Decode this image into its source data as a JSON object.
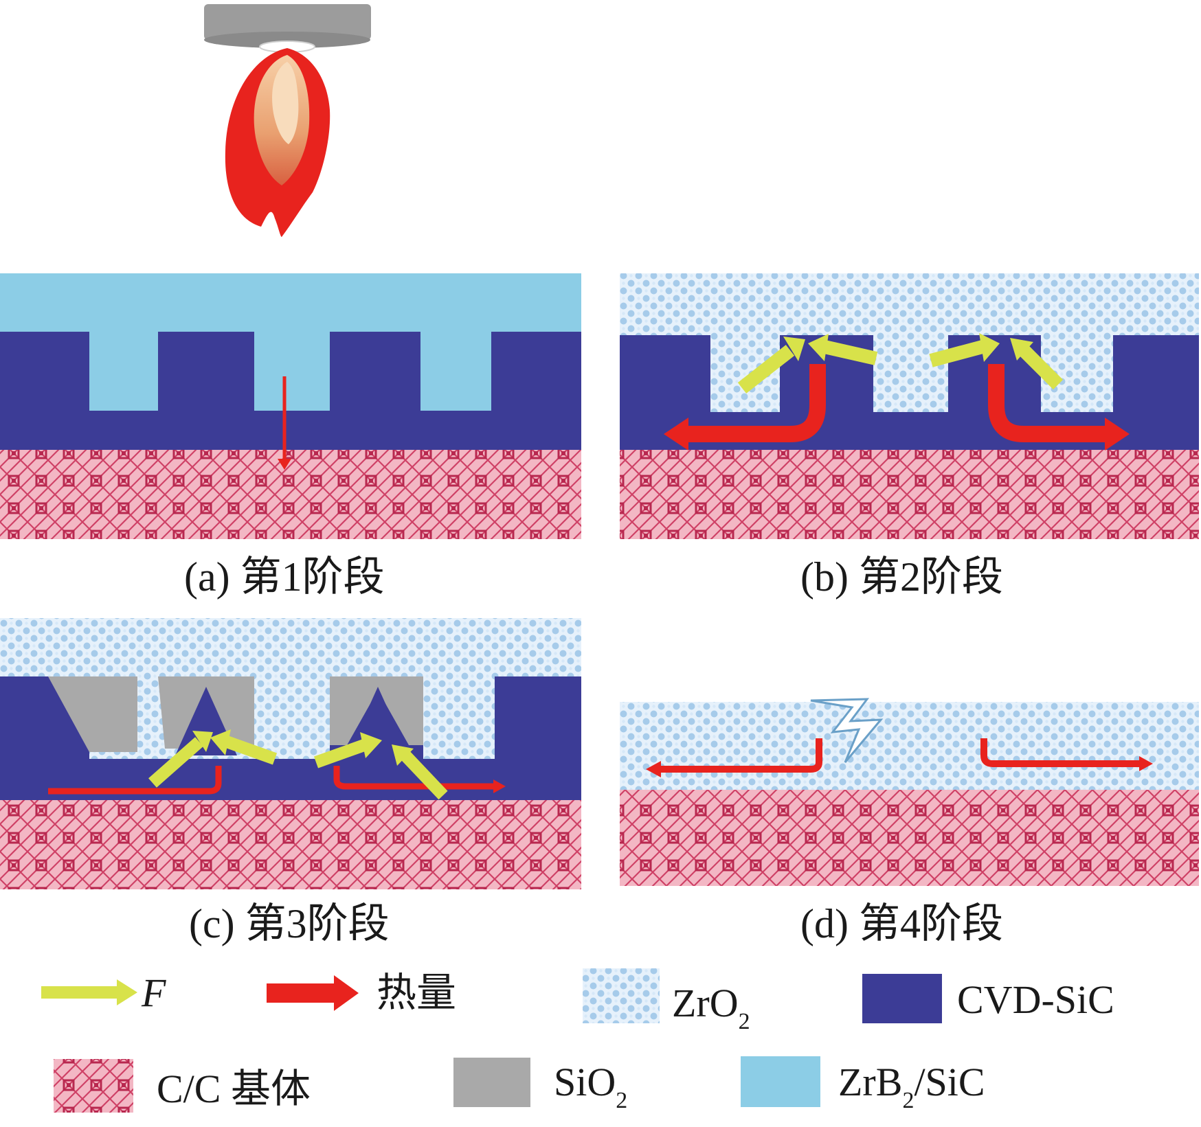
{
  "captions": {
    "a": "(a) 第1阶段",
    "b": "(b) 第2阶段",
    "c": "(c) 第3阶段",
    "d": "(d) 第4阶段"
  },
  "legend": {
    "force": "F",
    "heat": "热量",
    "zro2_main": "ZrO",
    "zro2_sub": "2",
    "cvd_sic": "CVD-SiC",
    "cc_matrix": "C/C 基体",
    "sio2_main": "SiO",
    "sio2_sub": "2",
    "zrb2_main": "ZrB",
    "zrb2_sub": "2",
    "zrb2_rest": "/SiC"
  },
  "colors": {
    "cvd_sic": "#3c3c96",
    "zrb2_sic": "#8ccde6",
    "sio2": "#a9a9a9",
    "zro2_dot": "#a8cdea",
    "zro2_bg": "#e8f2fb",
    "cc_bg": "#f0a8b8",
    "cc_line": "#c8325a",
    "heat_arrow": "#e8231e",
    "force_arrow": "#d8e24a",
    "flame_outer": "#e8231e",
    "flame_inner": "#f0b080",
    "nozzle": "#9a9a9a"
  },
  "icons": {
    "torch": "torch-flame-icon",
    "crack": "lightning-crack-icon"
  }
}
